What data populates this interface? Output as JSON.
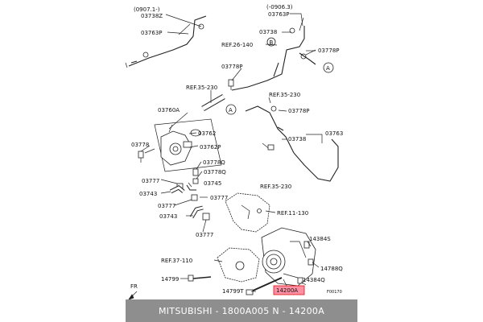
{
  "diagram": {
    "labels": {
      "date_left": "(0907.1-)",
      "date_right": "(-0906.3)",
      "l_03738z": "03738Z",
      "l_03763p_top_left": "03763P",
      "l_03763p_top_right": "03763P",
      "l_03738_top": "03738",
      "l_ref26": "REF.26-140",
      "l_03778p_right": "03778P",
      "l_03778p_mid": "03778P",
      "l_ref35_left": "REF.35-230",
      "l_ref35_right": "REF.35-230",
      "l_03778p_right2": "03778P",
      "l_03760a": "03760A",
      "l_03762": "03762",
      "l_03762p": "03762P",
      "l_03763": "03763",
      "l_03738_mid": "03738",
      "l_03778": "03778",
      "l_03778q_1": "03778Q",
      "l_03778q_2": "03778Q",
      "l_03777_1": "03777",
      "l_03745": "03745",
      "l_03743_1": "03743",
      "l_03777_2": "03777",
      "l_03777_3": "03777",
      "l_03743_2": "03743",
      "l_ref35_bottom": "REF.35-230",
      "l_ref11": "REF.11-130",
      "l_03777_4": "03777",
      "l_14384s": "14384S",
      "l_ref37": "REF.37-110",
      "l_14788q": "14788Q",
      "l_14799": "14799",
      "l_14384q": "14384Q",
      "l_fr": "FR",
      "l_14799t": "14799T",
      "l_14200a": "14200A",
      "l_code": "F00170",
      "callout_a": "A",
      "callout_b": "B"
    }
  },
  "footer": {
    "text": "MITSUBISHI - 1800A005    N - 14200A"
  },
  "colors": {
    "highlight": "#ff8fa3",
    "footer_bg": "#8e8e8e"
  }
}
